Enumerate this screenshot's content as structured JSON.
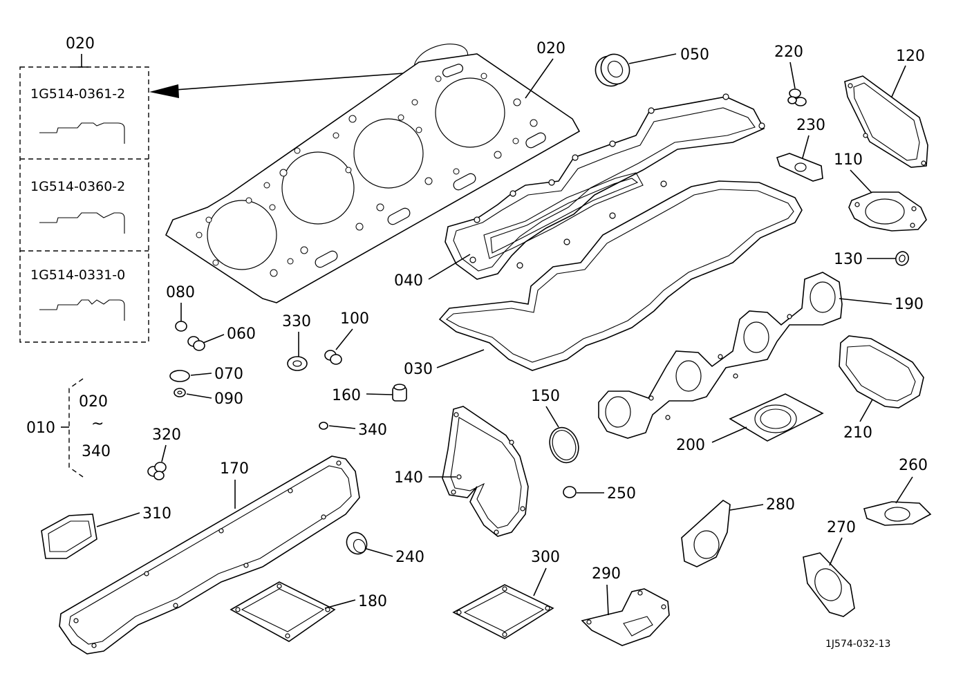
{
  "labels": {
    "p020_box": "020",
    "p020": "020",
    "p050": "050",
    "p220": "220",
    "p120": "120",
    "p230": "230",
    "p110": "110",
    "p130": "130",
    "p040": "040",
    "p190": "190",
    "p080": "080",
    "p060": "060",
    "p330": "330",
    "p100": "100",
    "p030": "030",
    "p070": "070",
    "p090": "090",
    "p160": "160",
    "p010": "010",
    "p010_from": "020",
    "p010_tilde": "~",
    "p010_to": "340",
    "p340": "340",
    "p320": "320",
    "p150": "150",
    "p210": "210",
    "p200": "200",
    "p170": "170",
    "p140": "140",
    "p250": "250",
    "p260": "260",
    "p310": "310",
    "p280": "280",
    "p270": "270",
    "p240": "240",
    "p300": "300",
    "p290": "290",
    "p180": "180"
  },
  "variants": [
    "1G514-0361-2",
    "1G514-0360-2",
    "1G514-0331-0"
  ],
  "figure_code": "1J574-032-13"
}
